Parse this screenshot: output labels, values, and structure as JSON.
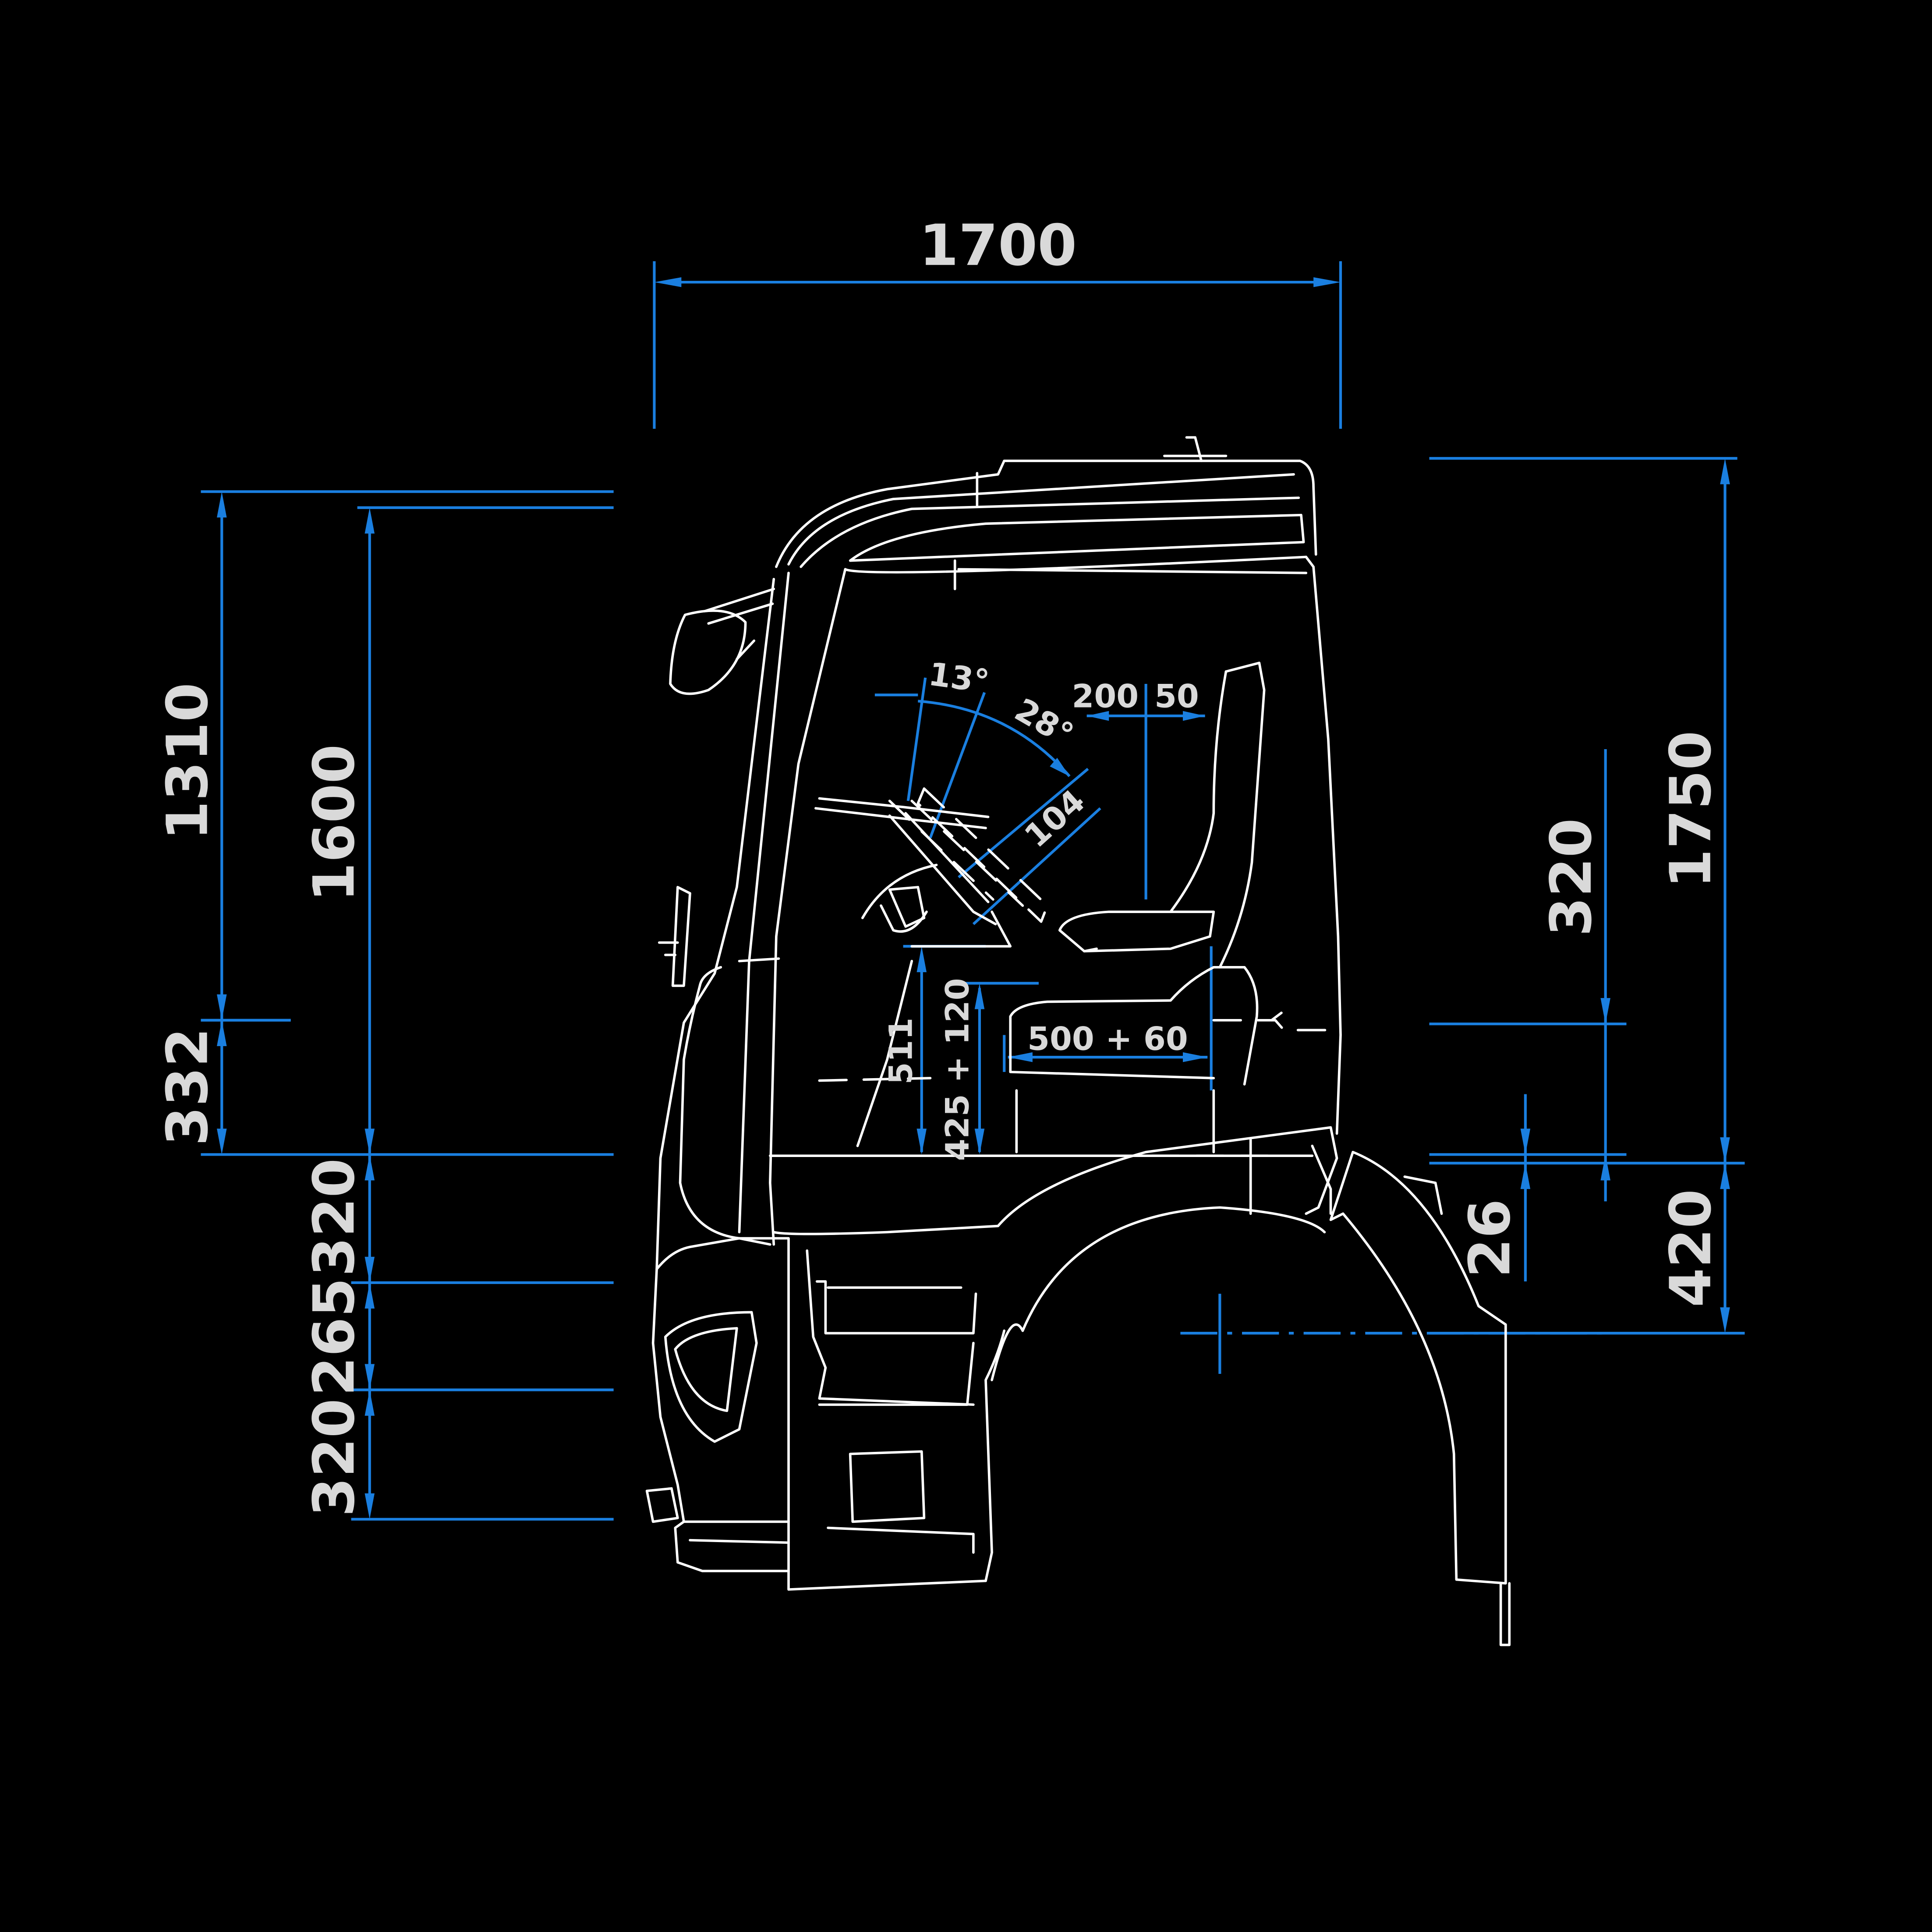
{
  "colors": {
    "background": "#000000",
    "dimension": "#1a7fe0",
    "outline": "#ffffff",
    "label": "#d9d9d9"
  },
  "dimensions": {
    "cab_width": "1700",
    "upper_height_left": "1310",
    "interior_height": "1600",
    "lower_left": "332",
    "step_1": "320",
    "step_2": "265",
    "step_3": "320",
    "overall_height_right": "1750",
    "seat_height_right": "320",
    "floor_offset": "26",
    "axle_to_floor": "420",
    "angle_small": "13°",
    "angle_large": "28°",
    "wheel_adjust": "104",
    "seat_fore": "200",
    "seat_aft": "50",
    "seat_travel": "500 + 60",
    "seat_height": "425 + 120",
    "wheel_height": "511"
  }
}
